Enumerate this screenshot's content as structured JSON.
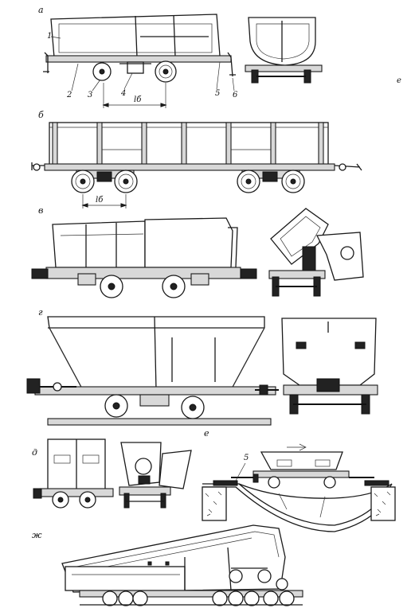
{
  "sections": [
    {
      "id": "a",
      "letter": "а"
    },
    {
      "id": "b",
      "letter": "б"
    },
    {
      "id": "v",
      "letter": "в"
    },
    {
      "id": "g",
      "letter": "г"
    },
    {
      "id": "d",
      "letter": "д"
    },
    {
      "id": "e",
      "letter": "е"
    },
    {
      "id": "zh",
      "letter": "ж"
    }
  ],
  "callouts": {
    "a": [
      "1",
      "2",
      "3",
      "4",
      "5",
      "6"
    ],
    "e": [
      "5"
    ]
  },
  "dimensions": {
    "a_wheelbase": "lб",
    "b_wheelbase": "lб"
  },
  "stray_mark": "е"
}
